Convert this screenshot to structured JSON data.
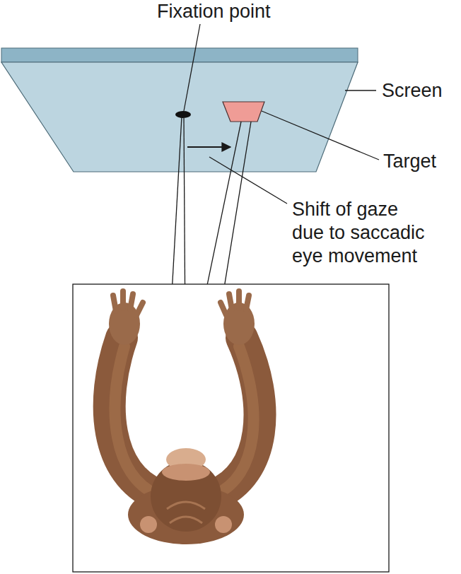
{
  "diagram": {
    "labels": [
      "Fixation point",
      "Screen",
      "Target",
      "Shift of gaze due to saccadic eye movement"
    ]
  }
}
